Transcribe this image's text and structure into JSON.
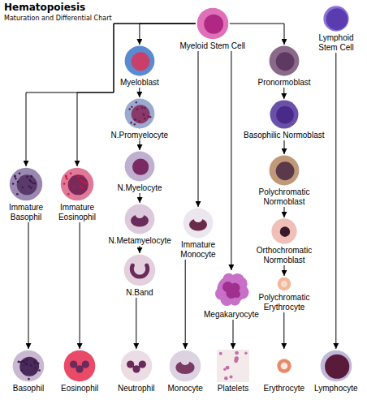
{
  "diagram": {
    "title": "Hematopoiesis",
    "nodes": [
      {
        "text": [
          "Myeloid Stem Cell"
        ]
      },
      {
        "text": [
          "Lymphoid Stem Cell"
        ]
      },
      {
        "text": [
          "Myeloblast"
        ]
      },
      {
        "text": [
          "Pronormoblast"
        ]
      },
      {
        "text": [
          "N.Promyelocyte"
        ]
      },
      {
        "text": [
          "Basophilic Normoblast"
        ]
      },
      {
        "text": [
          "Immature Basophil"
        ]
      },
      {
        "text": [
          "Immature Eosinophil"
        ]
      },
      {
        "text": [
          "N.Myelocyte"
        ]
      },
      {
        "text": [
          "Polychromatic Normoblast"
        ]
      },
      {
        "text": [
          "Immature Monocyte"
        ]
      },
      {
        "text": [
          "N.Metamyelocyte"
        ]
      },
      {
        "text": [
          "Orthochromatic Normoblast"
        ]
      },
      {
        "text": [
          "Megakaryocyte"
        ]
      },
      {
        "text": [
          "N.Band"
        ]
      },
      {
        "text": [
          "Polychromatic Erythrocyte"
        ]
      },
      {
        "text": [
          "Basophil"
        ]
      },
      {
        "text": [
          "Eosinophil"
        ]
      },
      {
        "text": [
          "Neutrophil"
        ]
      },
      {
        "text": [
          "Monocyte"
        ]
      },
      {
        "text": [
          "Platelets"
        ]
      },
      {
        "text": [
          "Erythrocyte"
        ]
      },
      {
        "text": [
          "Lymphocyte"
        ]
      }
    ],
    "edges": [
      {
        "from": 0,
        "to": 2,
        "arrow": "to"
      },
      {
        "from": 0,
        "to": 6,
        "arrow": "to"
      },
      {
        "from": 0,
        "to": 7,
        "arrow": "to"
      },
      {
        "from": 0,
        "to": 10,
        "arrow": "to"
      },
      {
        "from": 0,
        "to": 13,
        "arrow": "to"
      },
      {
        "from": 0,
        "to": 3,
        "arrow": "to"
      },
      {
        "from": 1,
        "to": 22,
        "arrow": "to"
      },
      {
        "from": 2,
        "to": 4,
        "arrow": "to"
      },
      {
        "from": 4,
        "to": 8,
        "arrow": "to"
      },
      {
        "from": 8,
        "to": 11,
        "arrow": "to"
      },
      {
        "from": 11,
        "to": 14,
        "arrow": "to"
      },
      {
        "from": 14,
        "to": 18,
        "arrow": "to"
      },
      {
        "from": 3,
        "to": 5,
        "arrow": "to"
      },
      {
        "from": 5,
        "to": 9,
        "arrow": "to"
      },
      {
        "from": 9,
        "to": 12,
        "arrow": "to"
      },
      {
        "from": 12,
        "to": 15,
        "arrow": "to"
      },
      {
        "from": 15,
        "to": 21,
        "arrow": "to"
      },
      {
        "from": 6,
        "to": 16,
        "arrow": "to"
      },
      {
        "from": 7,
        "to": 17,
        "arrow": "to"
      },
      {
        "from": 10,
        "to": 19,
        "arrow": "to"
      },
      {
        "from": 13,
        "to": 20,
        "arrow": "to"
      }
    ],
    "labels": [
      "Maturation and Differential Chart"
    ]
  }
}
